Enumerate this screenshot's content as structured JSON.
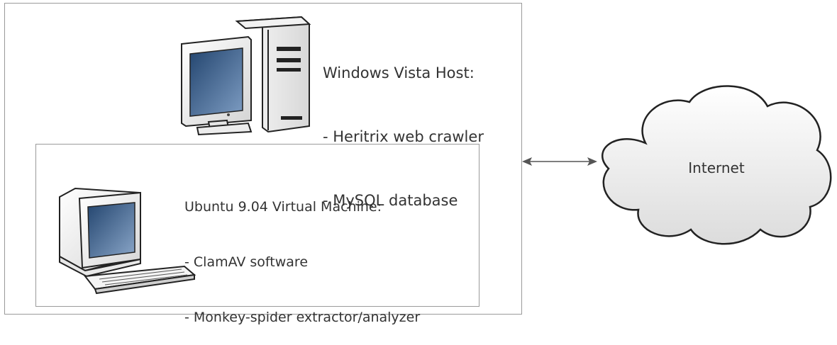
{
  "host": {
    "title": "Windows Vista Host:",
    "items": [
      "- Heritrix web crawler",
      "- MySQL database"
    ],
    "icon": "desktop-computer-tower-icon"
  },
  "vm": {
    "title": "Ubuntu 9.04 Virtual Machine:",
    "items": [
      "- ClamAV software",
      "- Monkey-spider extractor/analyzer"
    ],
    "icon": "crt-computer-keyboard-icon"
  },
  "cloud": {
    "label": "Internet",
    "icon": "cloud-icon"
  },
  "connector": {
    "icon": "double-arrow-icon"
  },
  "colors": {
    "border": "#9a9a9a",
    "text": "#333333",
    "screen": "#2f4f77",
    "arrow": "#555555"
  }
}
